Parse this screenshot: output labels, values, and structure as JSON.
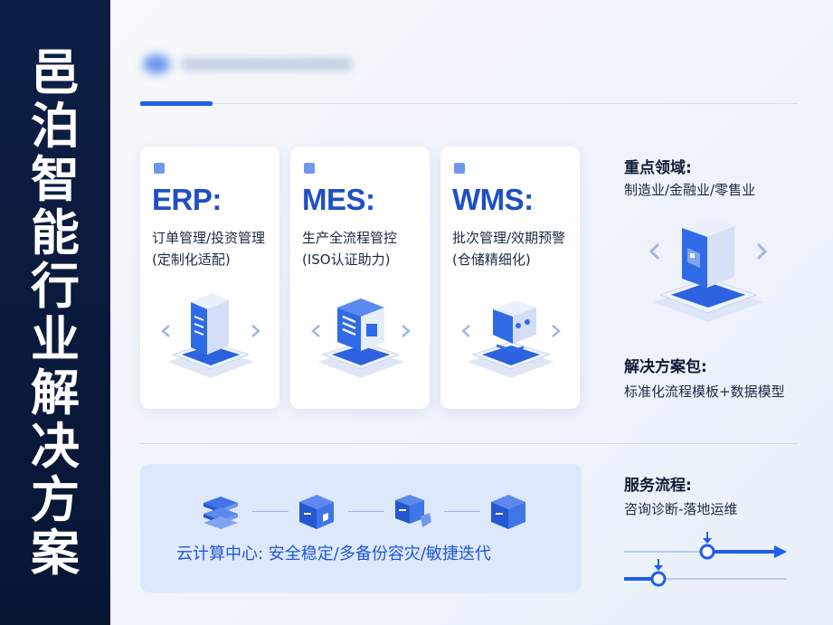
{
  "banner": {
    "chars": [
      "邑",
      "泊",
      "智",
      "能",
      "行",
      "业",
      "解",
      "决",
      "方",
      "案"
    ]
  },
  "cards": [
    {
      "title": "ERP:",
      "line1": "订单管理/投资管理",
      "line2": "(定制化适配)",
      "icon": "server-icon"
    },
    {
      "title": "MES:",
      "line1": "生产全流程管控",
      "line2": "(ISO认证助力)",
      "icon": "production-unit-icon"
    },
    {
      "title": "WMS:",
      "line1": "批次管理/效期预警",
      "line2": "(仓储精细化)",
      "icon": "warehouse-robot-icon"
    }
  ],
  "focus": {
    "title": "重点领域:",
    "text": "制造业/金融业/零售业"
  },
  "package": {
    "title": "解决方案包:",
    "text": "标准化流程模板+数据模型"
  },
  "service": {
    "title": "服务流程:",
    "text": "咨询诊断-落地运维"
  },
  "cloud": {
    "text": "云计算中心: 安全稳定/多备份容灾/敏捷迭代",
    "icons": [
      "server-stack-icon",
      "secure-cube-icon",
      "backup-cube-icon",
      "iteration-cube-icon"
    ]
  },
  "colors": {
    "brand_blue": "#1e5fe6",
    "banner_navy": "#0b1b3e",
    "panel_blue": "#dde8fb"
  }
}
